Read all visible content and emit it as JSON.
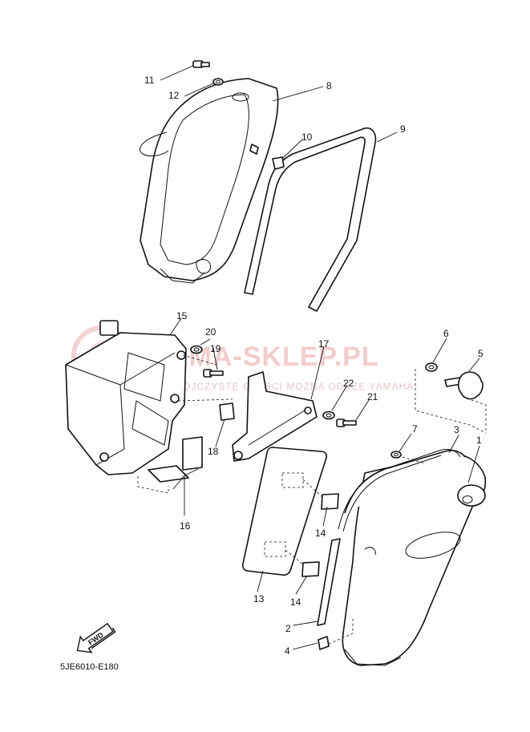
{
  "watermark": {
    "brand": "AMA-SKLEP.PL",
    "tagline": "OJCZYSTE CZESCI MOZNA ODRZE YAMAHA",
    "color": "#e06060"
  },
  "callouts": [
    "1",
    "2",
    "3",
    "4",
    "5",
    "6",
    "7",
    "8",
    "9",
    "10",
    "11",
    "12",
    "13",
    "14",
    "14",
    "15",
    "16",
    "17",
    "18",
    "19",
    "20",
    "21",
    "22"
  ],
  "fwd_label": "FWD",
  "diagram_code": "5JE6010-E180"
}
